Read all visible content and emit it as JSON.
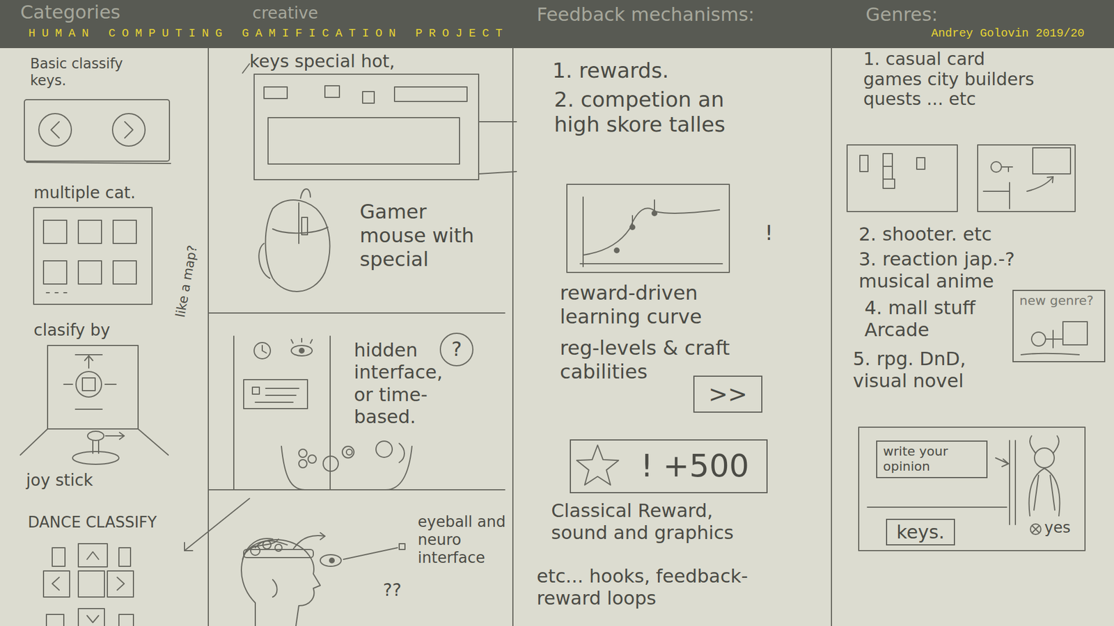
{
  "diagram": {
    "title": "HUMAN COMPUTING GAMIFICATION PROJECT",
    "nodes": [
      {
        "text": [
          ">>"
        ]
      },
      {
        "text": [
          "! +500"
        ]
      },
      {
        "text": [
          "new genre?"
        ]
      },
      {
        "text": [
          "write your opinion"
        ]
      },
      {
        "text": [
          "keys."
        ]
      }
    ],
    "labels": [
      "Categories",
      "creative",
      "Feedback mechanisms:",
      "Genres:",
      "Andrey Golovin 2019/20",
      "Basic classify keys.",
      "multiple cat.",
      "like a map?",
      "clasify by",
      "joy stick",
      "DANCE CLASSIFY",
      "keys special hot,",
      "Gamer mouse with special",
      "hidden interface, or time-based.",
      "?",
      "eyeball and neuro interface",
      "??",
      "1. rewards.",
      "2. competion an high skore talles",
      "!",
      "reward-driven learning curve",
      "reg-levels & craft cabilities",
      "Classical Reward, sound and graphics",
      "etc... hooks, feedback-reward loops",
      "1. casual card games city builders quests ... etc",
      "2. shooter. etc",
      "3. reaction jap.-? musical anime",
      "4. mall stuff Arcade",
      "5. rpg. DnD, visual novel",
      "yes"
    ]
  }
}
